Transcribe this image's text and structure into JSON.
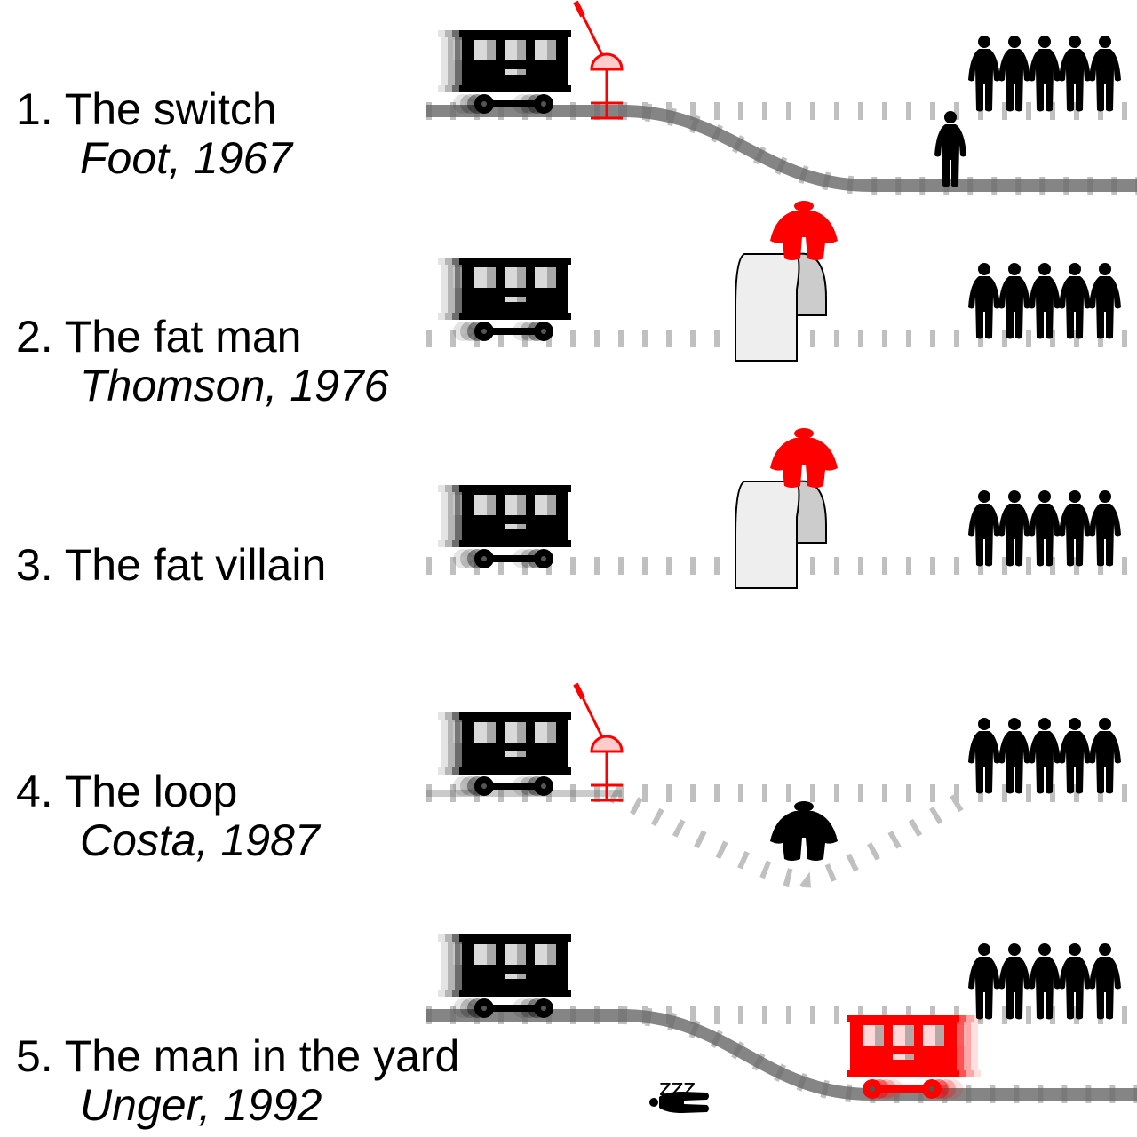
{
  "scenarios": [
    {
      "number": "1.",
      "title": "1. The switch",
      "citation": "Foot, 1967"
    },
    {
      "number": "2.",
      "title": "2. The fat man",
      "citation": "Thomson, 1976"
    },
    {
      "number": "3.",
      "title": "3. The fat villain",
      "citation": ""
    },
    {
      "number": "4.",
      "title": "4. The loop",
      "citation": "Costa, 1987"
    },
    {
      "number": "5.",
      "title": "5. The man in the yard",
      "citation": "Unger, 1992"
    }
  ],
  "sleep_text": "zzz",
  "colors": {
    "highlight": "#ff0000",
    "track": "#808080",
    "ties": "#c0c0c0",
    "figure": "#000000",
    "bridge_front": "#eeeeee",
    "bridge_back": "#cccccc"
  }
}
